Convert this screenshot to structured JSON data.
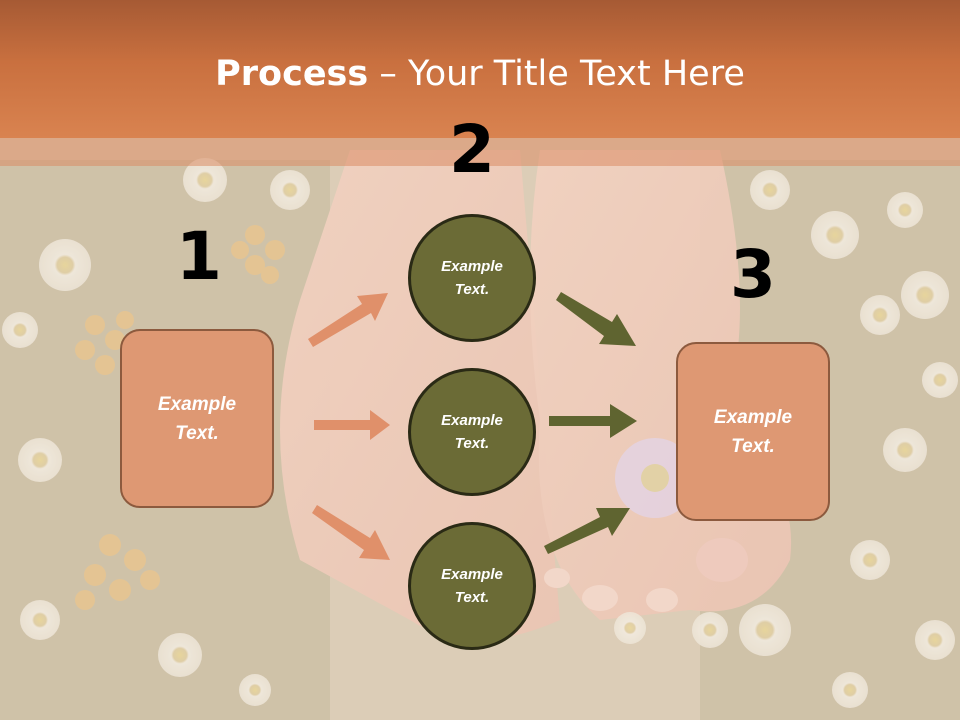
{
  "title": {
    "bold": "Process",
    "rest": " – Your Title Text Here"
  },
  "steps": [
    {
      "number": "1",
      "text_line1": "Example",
      "text_line2": "Text."
    },
    {
      "number": "2"
    },
    {
      "number": "3",
      "text_line1": "Example",
      "text_line2": "Text."
    }
  ],
  "circles": [
    {
      "text_line1": "Example",
      "text_line2": "Text."
    },
    {
      "text_line1": "Example",
      "text_line2": "Text."
    },
    {
      "text_line1": "Example",
      "text_line2": "Text."
    }
  ],
  "colors": {
    "title_bar": "#c9703f",
    "box_fill": "#de9873",
    "box_border": "#8c5a3e",
    "circle_fill": "#6b6b36",
    "orange_arrow": "#e0906a",
    "olive_arrow": "#5f6430"
  },
  "icons": [
    "arrow-icon"
  ]
}
